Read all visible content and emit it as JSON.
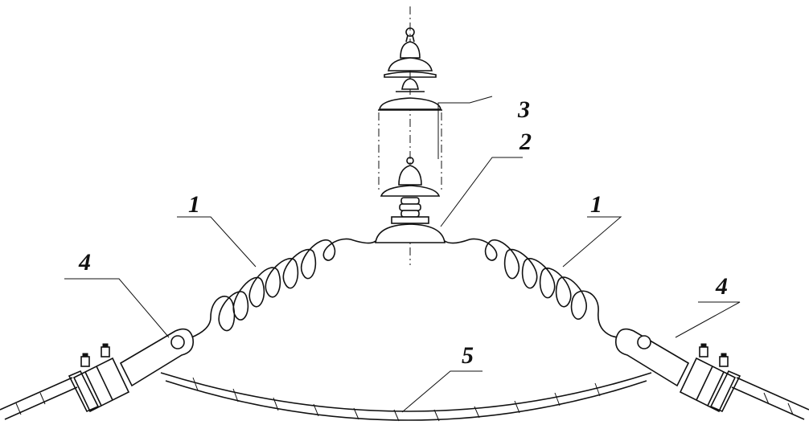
{
  "labels": {
    "spiral_left": "1",
    "spiral_right": "1",
    "saddle": "2",
    "insulator": "3",
    "clamp_left": "4",
    "clamp_right": "4",
    "cable": "5"
  },
  "colors": {
    "line": "#111111",
    "background": "#ffffff"
  }
}
